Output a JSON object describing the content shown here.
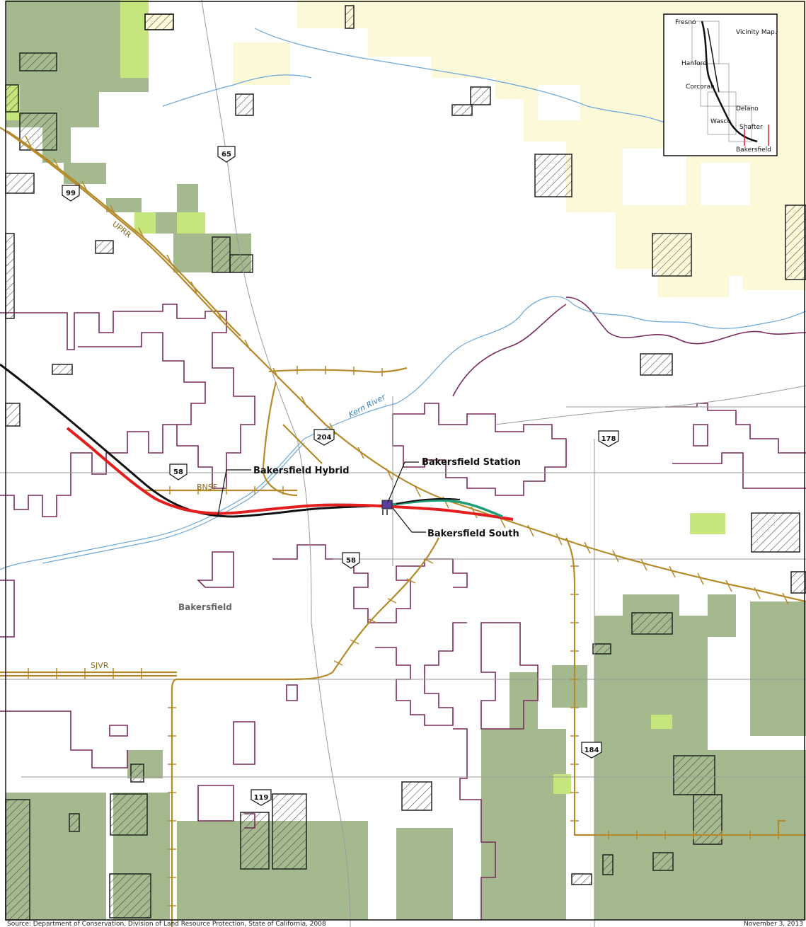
{
  "map": {
    "colors": {
      "farmland_light": "#fbf9d8",
      "grazing": "#a5b98f",
      "prime": "#c5e57d",
      "urban_boundary": "#7a2a5c",
      "railroad": "#b48a2a",
      "river": "#6aa6d6",
      "road": "#999999",
      "alignment_hybrid": "#e41e1e",
      "alignment_station": "#111111",
      "alignment_south": "#1f9e7a"
    },
    "railroads": [
      "UPRR",
      "BNSF",
      "SJVR"
    ],
    "river": "Kern River",
    "city": "Bakersfield",
    "highways": [
      "99",
      "65",
      "204",
      "178",
      "58",
      "58",
      "184",
      "119"
    ],
    "alignment_labels": {
      "hybrid": "Bakersfield Hybrid",
      "station": "Bakersfield Station",
      "south": "Bakersfield South"
    },
    "vicinity": {
      "title": "Vicinity Map.",
      "places": [
        "Fresno",
        "Hanford",
        "Corcoran",
        "Delano",
        "Wasco",
        "Shafter",
        "Bakersfield"
      ]
    },
    "source": "Source: Department of Conservation, Division of Land Resource Protection, State of California, 2008",
    "date": "November 3, 2013"
  }
}
